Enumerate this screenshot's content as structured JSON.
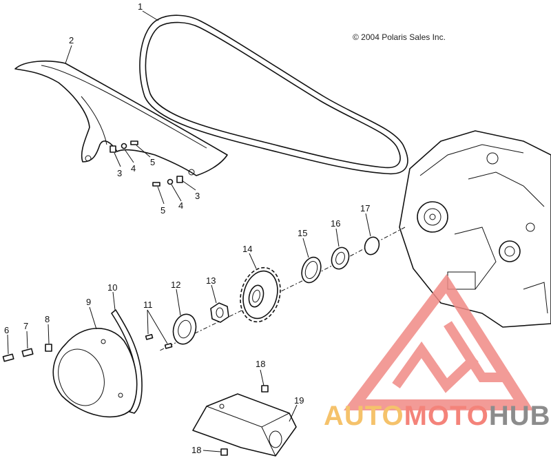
{
  "copyright": "© 2004 Polaris Sales Inc.",
  "watermark": {
    "segments": [
      "AUTO",
      "MOTO",
      "HUB"
    ],
    "colors": [
      "#f5c26b",
      "#f4837a",
      "#8c8c8c"
    ],
    "logo_color": "#f08a86"
  },
  "callouts": {
    "c1": "1",
    "c2": "2",
    "c3a": "3",
    "c4a": "4",
    "c5a": "5",
    "c5b": "5",
    "c4b": "4",
    "c3b": "3",
    "c6": "6",
    "c7": "7",
    "c8": "8",
    "c9": "9",
    "c10": "10",
    "c11": "11",
    "c12": "12",
    "c13": "13",
    "c14": "14",
    "c15": "15",
    "c16": "16",
    "c17": "17",
    "c18a": "18",
    "c18b": "18",
    "c19": "19"
  }
}
